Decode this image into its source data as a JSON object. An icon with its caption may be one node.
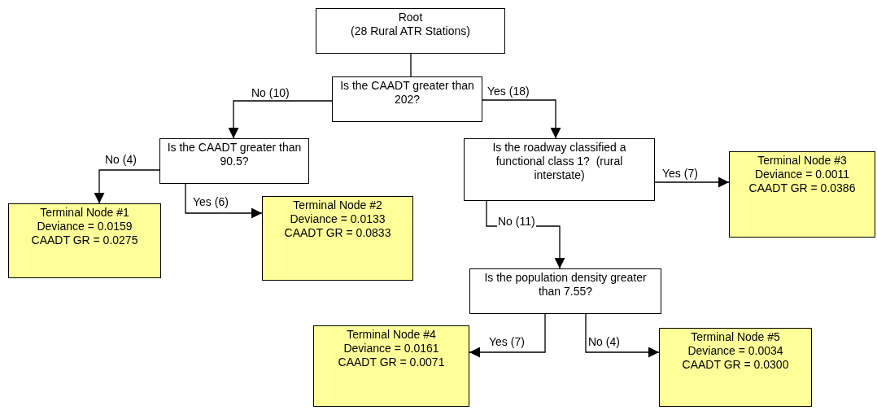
{
  "diagram": {
    "nodes": [
      {
        "text": [
          "Root",
          "(28 Rural ATR Stations)"
        ]
      },
      {
        "text": [
          "Is the CAADT greater than 202?"
        ]
      },
      {
        "text": [
          "Is the CAADT greater than 90.5?"
        ]
      },
      {
        "text": [
          "Is the roadway classified a functional class 1?  (rural interstate)"
        ]
      },
      {
        "text": [
          "Terminal Node #3",
          "Deviance = 0.0011",
          "CAADT GR = 0.0386"
        ]
      },
      {
        "text": [
          "Terminal Node #1",
          "Deviance = 0.0159",
          "CAADT GR = 0.0275"
        ]
      },
      {
        "text": [
          "Terminal Node #2",
          "Deviance = 0.0133",
          "CAADT GR = 0.0833"
        ]
      },
      {
        "text": [
          "Is the population density greater than 7.55?"
        ]
      },
      {
        "text": [
          "Terminal Node #4",
          "Deviance = 0.0161",
          "CAADT GR = 0.0071"
        ]
      },
      {
        "text": [
          "Terminal Node #5",
          "Deviance = 0.0034",
          "CAADT GR = 0.0300"
        ]
      }
    ],
    "edges": [
      {
        "from": 0,
        "to": 1,
        "arrow": "none"
      },
      {
        "from": 1,
        "to": 2,
        "arrow": "to",
        "label": "No (10)"
      },
      {
        "from": 1,
        "to": 3,
        "arrow": "to",
        "label": "Yes (18)"
      },
      {
        "from": 2,
        "to": 5,
        "arrow": "to",
        "label": "No (4)"
      },
      {
        "from": 2,
        "to": 6,
        "arrow": "to",
        "label": "Yes (6)"
      },
      {
        "from": 3,
        "to": 4,
        "arrow": "to",
        "label": "Yes (7)"
      },
      {
        "from": 3,
        "to": 7,
        "arrow": "to",
        "label": "No (11)"
      },
      {
        "from": 7,
        "to": 8,
        "arrow": "to",
        "label": "Yes (7)"
      },
      {
        "from": 7,
        "to": 9,
        "arrow": "to",
        "label": "No (4)"
      }
    ]
  }
}
